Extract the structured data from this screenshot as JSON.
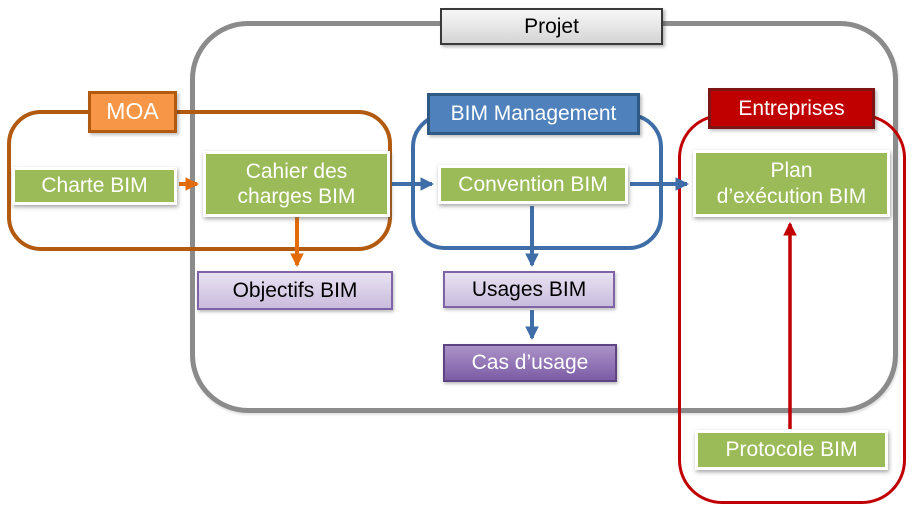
{
  "title": {
    "label": "Projet"
  },
  "groups": {
    "moa": {
      "label": "MOA"
    },
    "bim_management": {
      "label": "BIM Management"
    },
    "entreprises": {
      "label": "Entreprises"
    }
  },
  "nodes": {
    "charte": {
      "label": "Charte BIM"
    },
    "cahier": {
      "label": "Cahier des charges BIM",
      "line1": "Cahier des",
      "line2": "charges BIM"
    },
    "convention": {
      "label": "Convention BIM"
    },
    "plan": {
      "label": "Plan d’exécution BIM",
      "line1": "Plan",
      "line2": "d’exécution BIM"
    },
    "objectifs": {
      "label": "Objectifs BIM"
    },
    "usages": {
      "label": "Usages BIM"
    },
    "cas_usage": {
      "label": "Cas d’usage"
    },
    "protocole": {
      "label": "Protocole BIM"
    }
  },
  "arrows": [
    {
      "from": "charte",
      "to": "cahier",
      "color": "orange"
    },
    {
      "from": "cahier",
      "to": "objectifs",
      "color": "orange"
    },
    {
      "from": "cahier",
      "to": "convention",
      "color": "blue"
    },
    {
      "from": "convention",
      "to": "usages",
      "color": "blue"
    },
    {
      "from": "convention",
      "to": "plan",
      "color": "blue"
    },
    {
      "from": "usages",
      "to": "cas_usage",
      "color": "blue"
    },
    {
      "from": "protocole",
      "to": "plan",
      "color": "red"
    }
  ],
  "colors": {
    "green_box": "#9BBB59",
    "orange_fill": "#F79646",
    "orange_border": "#B25A10",
    "orange_arrow": "#E36C09",
    "blue_fill": "#4F81BD",
    "blue_border": "#2E5984",
    "blue_line": "#3E6DA8",
    "red": "#C00000",
    "red_border": "#7E1416",
    "gray_line": "#8B8B8B",
    "purple_border": "#7E63A7",
    "purple_dark_bottom": "#7C5CA6"
  }
}
